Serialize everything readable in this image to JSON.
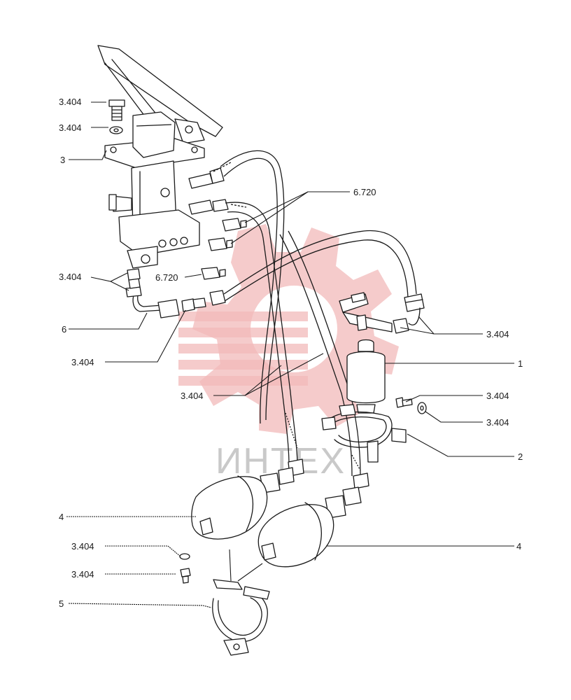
{
  "watermark": {
    "text": "ИНТЕХ",
    "gear_color": "#f1b9b9",
    "text_color": "#c9c9c9"
  },
  "labels": {
    "bolt_top": "3.404",
    "washer_top": "3.404",
    "valve": "3",
    "sensor_right": "6.720",
    "fitting_left": "3.404",
    "sensor_left": "6.720",
    "pipe": "6",
    "union": "3.404",
    "hoses": "3.404",
    "tee_right": "3.404",
    "accumulator_top": "1",
    "bolt_right": "3.404",
    "washer_right": "3.404",
    "bracket_top": "2",
    "accumulator_left": "4",
    "washer_bottom": "3.404",
    "bolt_bottom": "3.404",
    "accumulator_right": "4",
    "clamp_bottom": "5"
  }
}
